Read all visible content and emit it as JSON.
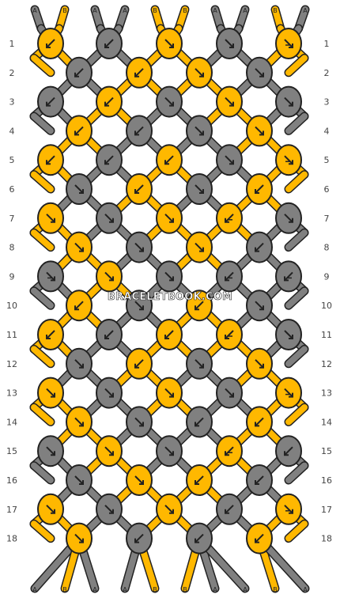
{
  "colors": {
    "A": "#808080",
    "B": "#ffb800",
    "outline": "#222222",
    "arrow": "#ffffff"
  },
  "strands_top": [
    "A",
    "B",
    "A",
    "A",
    "B",
    "B",
    "A",
    "A",
    "B",
    "A"
  ],
  "strands_bottom": [
    "A",
    "B",
    "A",
    "A",
    "B",
    "B",
    "A",
    "A",
    "B",
    "A"
  ],
  "row_numbers": [
    "1",
    "2",
    "3",
    "4",
    "5",
    "6",
    "7",
    "8",
    "9",
    "10",
    "11",
    "12",
    "13",
    "14",
    "15",
    "16",
    "17",
    "18"
  ],
  "knot_rows": [
    [
      {
        "c": "B",
        "d": "bl"
      },
      {
        "c": "A",
        "d": "bl"
      },
      {
        "c": "B",
        "d": "br"
      },
      {
        "c": "A",
        "d": "br"
      },
      {
        "c": "B",
        "d": "brt"
      }
    ],
    [
      {
        "c": "A",
        "d": "bl"
      },
      {
        "c": "B",
        "d": "bl"
      },
      {
        "c": "B",
        "d": "br"
      },
      {
        "c": "A",
        "d": "br"
      }
    ],
    [
      {
        "c": "A",
        "d": "bl"
      },
      {
        "c": "B",
        "d": "bl"
      },
      {
        "c": "A",
        "d": "br"
      },
      {
        "c": "B",
        "d": "br"
      },
      {
        "c": "A",
        "d": "br"
      }
    ],
    [
      {
        "c": "B",
        "d": "bl"
      },
      {
        "c": "A",
        "d": "bl"
      },
      {
        "c": "A",
        "d": "br"
      },
      {
        "c": "B",
        "d": "br"
      }
    ],
    [
      {
        "c": "B",
        "d": "bl"
      },
      {
        "c": "A",
        "d": "bl"
      },
      {
        "c": "B",
        "d": "bl"
      },
      {
        "c": "A",
        "d": "br"
      },
      {
        "c": "B",
        "d": "brt"
      }
    ],
    [
      {
        "c": "A",
        "d": "br"
      },
      {
        "c": "B",
        "d": "bl"
      },
      {
        "c": "A",
        "d": "br"
      },
      {
        "c": "B",
        "d": "bl"
      }
    ],
    [
      {
        "c": "B",
        "d": "br"
      },
      {
        "c": "A",
        "d": "br"
      },
      {
        "c": "B",
        "d": "br"
      },
      {
        "c": "B",
        "d": "blt"
      },
      {
        "c": "A",
        "d": "br"
      }
    ],
    [
      {
        "c": "B",
        "d": "br"
      },
      {
        "c": "A",
        "d": "br"
      },
      {
        "c": "B",
        "d": "br"
      },
      {
        "c": "A",
        "d": "bl"
      }
    ],
    [
      {
        "c": "A",
        "d": "brt"
      },
      {
        "c": "B",
        "d": "br"
      },
      {
        "c": "A",
        "d": "br"
      },
      {
        "c": "A",
        "d": "blt"
      },
      {
        "c": "A",
        "d": "blt"
      }
    ],
    [
      {
        "c": "B",
        "d": "bl"
      },
      {
        "c": "A",
        "d": "br"
      },
      {
        "c": "B",
        "d": "bl"
      },
      {
        "c": "A",
        "d": "br"
      }
    ],
    [
      {
        "c": "B",
        "d": "bl"
      },
      {
        "c": "A",
        "d": "bl"
      },
      {
        "c": "B",
        "d": "bl"
      },
      {
        "c": "B",
        "d": "blt"
      },
      {
        "c": "A",
        "d": "br"
      }
    ],
    [
      {
        "c": "A",
        "d": "br"
      },
      {
        "c": "B",
        "d": "bl"
      },
      {
        "c": "A",
        "d": "br"
      },
      {
        "c": "B",
        "d": "br"
      }
    ],
    [
      {
        "c": "B",
        "d": "br"
      },
      {
        "c": "A",
        "d": "br"
      },
      {
        "c": "B",
        "d": "br"
      },
      {
        "c": "A",
        "d": "br"
      },
      {
        "c": "B",
        "d": "brt"
      }
    ],
    [
      {
        "c": "B",
        "d": "br"
      },
      {
        "c": "A",
        "d": "br"
      },
      {
        "c": "A",
        "d": "bl"
      },
      {
        "c": "B",
        "d": "bl"
      }
    ],
    [
      {
        "c": "A",
        "d": "br"
      },
      {
        "c": "B",
        "d": "br"
      },
      {
        "c": "A",
        "d": "br"
      },
      {
        "c": "B",
        "d": "blt"
      },
      {
        "c": "A",
        "d": "bl"
      }
    ],
    [
      {
        "c": "A",
        "d": "br"
      },
      {
        "c": "B",
        "d": "br"
      },
      {
        "c": "B",
        "d": "bl"
      },
      {
        "c": "A",
        "d": "bl"
      }
    ],
    [
      {
        "c": "B",
        "d": "br"
      },
      {
        "c": "A",
        "d": "br"
      },
      {
        "c": "B",
        "d": "br"
      },
      {
        "c": "A",
        "d": "bl"
      },
      {
        "c": "B",
        "d": "brt"
      }
    ],
    [
      {
        "c": "B",
        "d": "br"
      },
      {
        "c": "A",
        "d": "bl"
      },
      {
        "c": "A",
        "d": "bl"
      },
      {
        "c": "B",
        "d": "bl"
      }
    ]
  ],
  "watermark": "BRACELETBOOK.COM"
}
